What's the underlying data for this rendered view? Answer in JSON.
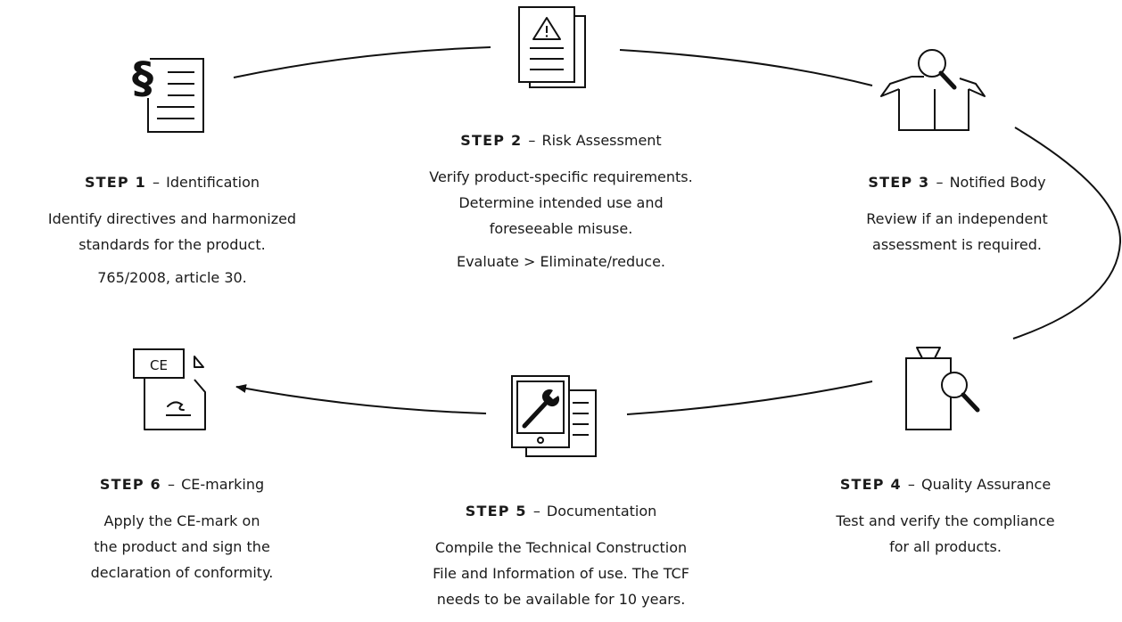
{
  "steps": [
    {
      "step": "STEP 1",
      "dash": "–",
      "name": "Identification",
      "icon": "paragraph-document-icon",
      "paragraphs": [
        [
          "Identify directives and harmonized",
          "standards for the product."
        ],
        [
          "765/2008, article 30."
        ]
      ]
    },
    {
      "step": "STEP 2",
      "dash": "–",
      "name": "Risk Assessment",
      "icon": "warning-document-icon",
      "paragraphs": [
        [
          "Verify product-specific requirements.",
          "Determine intended use and",
          "foreseeable misuse."
        ],
        [
          "Evaluate > Eliminate/reduce."
        ]
      ]
    },
    {
      "step": "STEP 3",
      "dash": "–",
      "name": "Notified Body",
      "icon": "box-inspect-icon",
      "paragraphs": [
        [
          "Review if an independent",
          "assessment is required."
        ]
      ]
    },
    {
      "step": "STEP 4",
      "dash": "–",
      "name": "Quality Assurance",
      "icon": "machine-inspect-icon",
      "paragraphs": [
        [
          "Test and verify the compliance",
          "for all products."
        ]
      ]
    },
    {
      "step": "STEP 5",
      "dash": "–",
      "name": "Documentation",
      "icon": "technical-file-icon",
      "paragraphs": [
        [
          "Compile the Technical Construction",
          "File and Information of use. The TCF",
          "needs to be available for 10 years."
        ]
      ]
    },
    {
      "step": "STEP 6",
      "dash": "–",
      "name": "CE-marking",
      "icon": "ce-certificate-icon",
      "ce_mark_text": "CE",
      "paragraphs": [
        [
          "Apply the CE-mark on",
          "the product and sign the",
          "declaration of conformity."
        ]
      ]
    }
  ]
}
